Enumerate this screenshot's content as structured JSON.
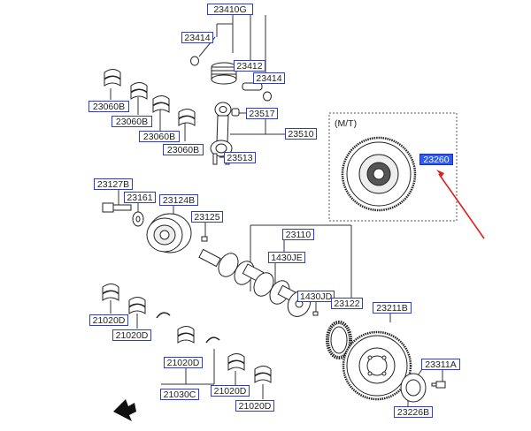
{
  "mt_caption": "(M/T)",
  "colors": {
    "callout_border": "#2b3dd6",
    "highlight": "#2f5cf0",
    "arrow": "#e0201a"
  },
  "labels": {
    "p23410G": "23410G",
    "p23414a": "23414",
    "p23412": "23412",
    "p23414b": "23414",
    "p23060B_1": "23060B",
    "p23060B_2": "23060B",
    "p23060B_3": "23060B",
    "p23060B_4": "23060B",
    "p23517": "23517",
    "p23510": "23510",
    "p23513": "23513",
    "p23260": "23260",
    "p23127B": "23127B",
    "p23161": "23161",
    "p23124B": "23124B",
    "p23125": "23125",
    "p23110": "23110",
    "p1430JE": "1430JE",
    "p1430JD": "1430JD",
    "p23122": "23122",
    "p23211B": "23211B",
    "p21020D_1": "21020D",
    "p21020D_2": "21020D",
    "p21020D_3": "21020D",
    "p21020D_4": "21020D",
    "p21020D_5": "21020D",
    "p21030C": "21030C",
    "p23311A": "23311A",
    "p23226B": "23226B"
  }
}
